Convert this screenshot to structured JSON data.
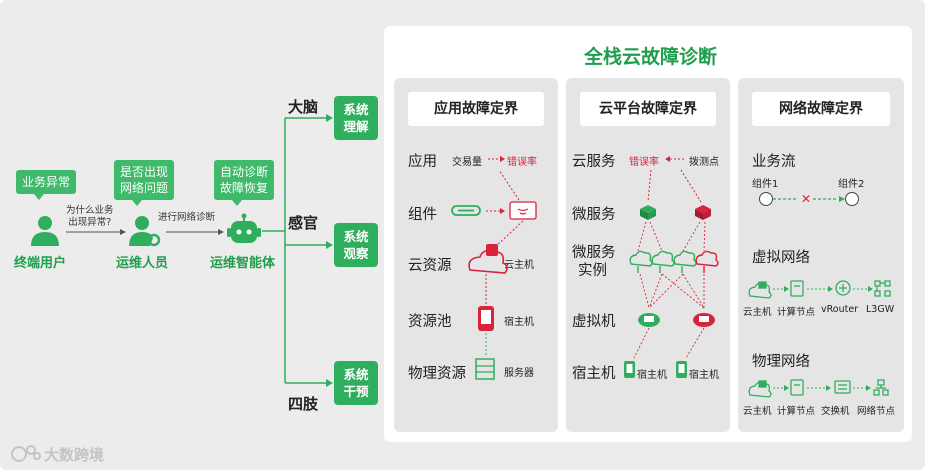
{
  "left": {
    "bubbles": {
      "user": "业务异常",
      "ops_1": "是否出现",
      "ops_2": "网络问题",
      "agent_1": "自动诊断",
      "agent_2": "故障恢复"
    },
    "roles": {
      "user": "终端用户",
      "ops": "运维人员",
      "agent": "运维智能体"
    },
    "notes": {
      "q1_1": "为什么业务",
      "q1_2": "出现异常?",
      "q2": "进行网络诊断"
    },
    "senses": {
      "brain": "大脑",
      "organ": "感官",
      "limb": "四肢"
    },
    "systems": {
      "understand_1": "系统",
      "understand_2": "理解",
      "observe_1": "系统",
      "observe_2": "观察",
      "intervene_1": "系统",
      "intervene_2": "干预"
    }
  },
  "panel": {
    "title": "全栈云故障诊断",
    "app_col": {
      "title": "应用故障定界",
      "rows": {
        "app": "应用",
        "component": "组件",
        "cloud_res": "云资源",
        "pool": "资源池",
        "physical": "物理资源"
      },
      "labels": {
        "traffic": "交易量",
        "error_rate": "错误率",
        "cloud_host": "云主机",
        "host": "宿主机",
        "server": "服务器"
      }
    },
    "cloud_col": {
      "title": "云平台故障定界",
      "rows": {
        "cloud_service": "云服务",
        "microservice": "微服务",
        "ms_instance_1": "微服务",
        "ms_instance_2": "实例",
        "vm": "虚拟机",
        "host": "宿主机"
      },
      "labels": {
        "error_rate": "错误率",
        "probe": "拨测点",
        "host_a": "宿主机",
        "host_b": "宿主机"
      }
    },
    "net_col": {
      "title": "网络故障定界",
      "rows": {
        "flow": "业务流",
        "virtual": "虚拟网络",
        "physical": "物理网络"
      },
      "labels": {
        "comp1": "组件1",
        "comp2": "组件2",
        "v_cloud_host": "云主机",
        "v_compute": "计算节点",
        "v_router": "vRouter",
        "v_l3gw": "L3GW",
        "p_cloud_host": "云主机",
        "p_compute": "计算节点",
        "p_switch": "交换机",
        "p_net_node": "网络节点"
      }
    }
  },
  "watermark": "大数跨境",
  "colors": {
    "green": "#2fae5e",
    "red": "#d8233a",
    "background": "#ececec"
  }
}
